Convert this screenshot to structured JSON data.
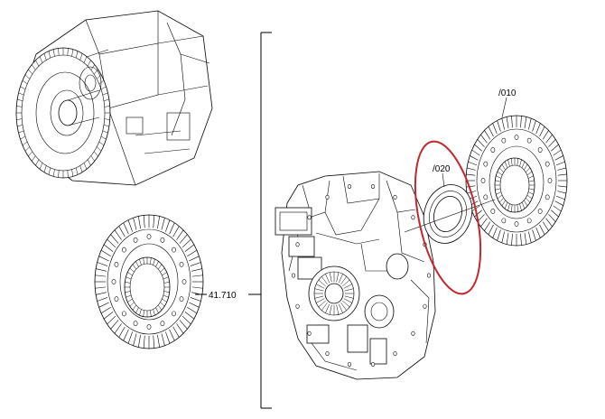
{
  "labels": {
    "assembly_ref": "41.710",
    "part_010": "/010",
    "part_020": "/020"
  },
  "colors": {
    "highlight": "#c0282d",
    "line": "#000000",
    "background": "#ffffff"
  },
  "icons": {
    "gearbox_overview": "gearbox-icon",
    "clutch_disc_left": "clutch-disc-icon",
    "clutch_disc_right": "clutch-disc-icon",
    "thrust_washer": "washer-icon",
    "pump_housing": "housing-icon"
  }
}
